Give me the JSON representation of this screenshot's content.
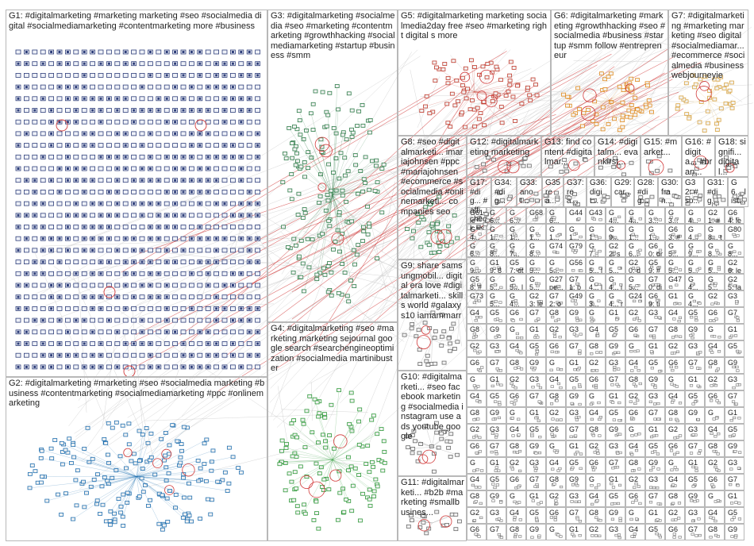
{
  "title": "",
  "colors": {
    "border": "#b8b8b8",
    "edge": "#bdbdbd",
    "edge_highlight": "#d23b3b",
    "g1": "#2f3f7a",
    "g2": "#1f6fb0",
    "g3": "#2f7d4a",
    "g4": "#2f9a3a",
    "g5": "#c0392b",
    "g6": "#e08a1e",
    "g7": "#d9a441",
    "mixed": "#6a6a6a"
  },
  "groups": [
    {
      "id": "G1",
      "label": "G1: #digitalmarketing #marketing marketing #seo #socialmedia digital #socialmediamarketing #contentmarketing more #business",
      "style": "grid",
      "color": "g1"
    },
    {
      "id": "G2",
      "label": "G2: #digitalmarketing #marketing #seo #socialmedia marketing #business #contentmarketing #socialmediamarketing #ppc #onlinemarketing",
      "style": "cluster",
      "color": "g2"
    },
    {
      "id": "G3",
      "label": "G3: #digitalmarketing #socialmedia #seo #marketing #contentmarketing #growthhacking #socialmediamarketing #startup #business #smm",
      "style": "cluster",
      "color": "g3"
    },
    {
      "id": "G4",
      "label": "G4: #digitalmarketing #seo #marketing marketing sejournal google search #searchengineoptimization #socialmedia martinibuster",
      "style": "cluster",
      "color": "g4"
    },
    {
      "id": "G5",
      "label": "G5: #digitalmarketing marketing socialmedia2day free #seo #marketing right digital s more",
      "style": "cluster",
      "color": "g5"
    },
    {
      "id": "G6",
      "label": "G6: #digitalmarketing #marketing #growthhacking #seo #socialmedia #business #startup #smm follow #entrepreneur",
      "style": "cluster",
      "color": "g6"
    },
    {
      "id": "G7",
      "label": "G7: #digitalmarketing #marketing marketing #seo digital #socialmediamar... #ecommerce #socialmedia #business webjourneyie",
      "style": "cluster",
      "color": "g7"
    },
    {
      "id": "G8",
      "label": "G8: #seo #digitalmarketi... imariajohnsen #ppc #mariajohnsen #ecommerce #socialmedia #onlinemarketi... companies seo",
      "style": "cluster",
      "color": "g3"
    },
    {
      "id": "G9",
      "label": "G9: share samsungmobil... digital era love #digitalmarketi... skills world #galaxys10 iamammarr",
      "style": "cluster",
      "color": "mixed"
    },
    {
      "id": "G10",
      "label": "G10: #digitalmarketi... #seo facebook marketing #socialmedia instagram use ads youtube google",
      "style": "cluster",
      "color": "mixed"
    },
    {
      "id": "G11",
      "label": "G11: #digitalmarketi... #b2b #marketing #smallbusines...",
      "style": "cluster",
      "color": "mixed"
    },
    {
      "id": "G12",
      "label": "G12: #digitalmarketing marketing",
      "style": "cluster",
      "color": "mixed"
    },
    {
      "id": "G13",
      "label": "G13: find content #digitalmar...",
      "style": "cluster",
      "color": "mixed"
    },
    {
      "id": "G14",
      "label": "G14: #digitalm... evankirst...",
      "style": "cluster",
      "color": "mixed"
    },
    {
      "id": "G15",
      "label": "G15: #market...",
      "style": "cluster",
      "color": "mixed"
    },
    {
      "id": "G16",
      "label": "G16: #digita... #bran...",
      "style": "cluster",
      "color": "mixed"
    },
    {
      "id": "G18",
      "label": "G18: signifi... digital...",
      "style": "cluster",
      "color": "mixed"
    },
    {
      "id": "G17",
      "label": "G17: #dig... #affi... check #se...",
      "style": "cluster",
      "color": "mixed"
    },
    {
      "id": "G34",
      "label": "G34: #dig...",
      "style": "cluster",
      "color": "mixed"
    },
    {
      "id": "G33",
      "label": "G33: anot...",
      "style": "cluster",
      "color": "mixed"
    },
    {
      "id": "G35",
      "label": "G35 rea...",
      "style": "cluster",
      "color": "mixed"
    },
    {
      "id": "G37",
      "label": "G37: rea...",
      "style": "cluster",
      "color": "mixed"
    },
    {
      "id": "G36",
      "label": "G36: digit...",
      "style": "cluster",
      "color": "mixed"
    },
    {
      "id": "G29",
      "label": "G29: car...",
      "style": "cluster",
      "color": "mixed"
    },
    {
      "id": "G28",
      "label": "G28: #dig...",
      "style": "cluster",
      "color": "mixed"
    },
    {
      "id": "G30",
      "label": "G30: fran...",
      "style": "cluster",
      "color": "mixed"
    },
    {
      "id": "G32",
      "label": "G32: #so...",
      "style": "cluster",
      "color": "mixed"
    },
    {
      "id": "G31",
      "label": "G31: #dig...",
      "style": "cluster",
      "color": "mixed"
    },
    {
      "id": "G6x",
      "label": "G6... list...",
      "style": "cluster",
      "color": "mixed"
    }
  ],
  "node_glyph": "G",
  "node_glyphs": [
    "G",
    "G1",
    "G2",
    "G3",
    "G4",
    "G5",
    "G6",
    "G7",
    "G8",
    "G9"
  ],
  "small_cells": [
    {
      "label": "G61 lea..."
    },
    {
      "label": "G6... ch..."
    },
    {
      "label": "G6... ch..."
    },
    {
      "label": "G68"
    },
    {
      "label": "G6... dig..."
    },
    {
      "label": "G44"
    },
    {
      "label": "G43"
    },
    {
      "label": "G4... ch..."
    },
    {
      "label": "G4... ma..."
    },
    {
      "label": "G3... #di..."
    },
    {
      "label": "G3... ca..."
    },
    {
      "label": "G4... ma..."
    },
    {
      "label": "G21: #dig... perc..."
    },
    {
      "label": "G64: lea..."
    },
    {
      "label": "G4... go..."
    },
    {
      "label": "G1... #c..."
    },
    {
      "label": "G1... pl..."
    },
    {
      "label": "G1... so..."
    },
    {
      "label": "G1... cre..."
    },
    {
      "label": "G1... m..."
    },
    {
      "label": "G1... so..."
    },
    {
      "label": "G9... ea..."
    },
    {
      "label": "G1... st..."
    },
    {
      "label": "G1... ne..."
    },
    {
      "label": "G63: #di..."
    },
    {
      "label": "G4... bu..."
    },
    {
      "label": "G8... tra..."
    },
    {
      "label": "G80"
    },
    {
      "label": "G6... gt"
    },
    {
      "label": "G8... #di..."
    },
    {
      "label": "G7... cre..."
    },
    {
      "label": "G8... #..."
    },
    {
      "label": "G74"
    },
    {
      "label": "G79"
    },
    {
      "label": "G7... hel..."
    },
    {
      "label": "G22: sur #dig..."
    },
    {
      "label": "G6... de..."
    },
    {
      "label": "G60: gro..."
    },
    {
      "label": "G5... pr..."
    },
    {
      "label": "G9..."
    },
    {
      "label": "G8..."
    },
    {
      "label": "G8..."
    },
    {
      "label": "G9..."
    },
    {
      "label": "G19: 81 con..."
    },
    {
      "label": "G57: gt"
    },
    {
      "label": "G5... gu..."
    },
    {
      "label": "G5... se..."
    },
    {
      "label": "G56"
    },
    {
      "label": "G5... lat..."
    },
    {
      "label": "G5... #d..."
    },
    {
      "label": "G20: data tren..."
    },
    {
      "label": "G59: #b..."
    },
    {
      "label": "G5... t..."
    },
    {
      "label": "G5... si..."
    },
    {
      "label": "G5... un..."
    },
    {
      "label": "G26: left behi..."
    },
    {
      "label": "G58: #di..."
    },
    {
      "label": "G5... co..."
    },
    {
      "label": "G5... lo..."
    },
    {
      "label": "G5... va..."
    },
    {
      "label": "G27 pe..."
    },
    {
      "label": "G71: pe..."
    },
    {
      "label": "G4... lat..."
    },
    {
      "label": "G4... joi..."
    },
    {
      "label": "G5... di..."
    },
    {
      "label": "G70: dis..."
    },
    {
      "label": "G47"
    },
    {
      "label": "G4... di..."
    },
    {
      "label": "G5... et..."
    },
    {
      "label": "G25: latest hot..."
    },
    {
      "label": "G73"
    },
    {
      "label": "G5... be..."
    },
    {
      "label": "G4... as..."
    },
    {
      "label": "G23: les diffé..."
    },
    {
      "label": "G72: onli..."
    },
    {
      "label": "G49"
    },
    {
      "label": "G3... 19..."
    },
    {
      "label": "G4... ri..."
    },
    {
      "label": "G24"
    },
    {
      "label": "G69: tim..."
    },
    {
      "label": "G1"
    },
    {
      "label": "G4... co..."
    }
  ]
}
